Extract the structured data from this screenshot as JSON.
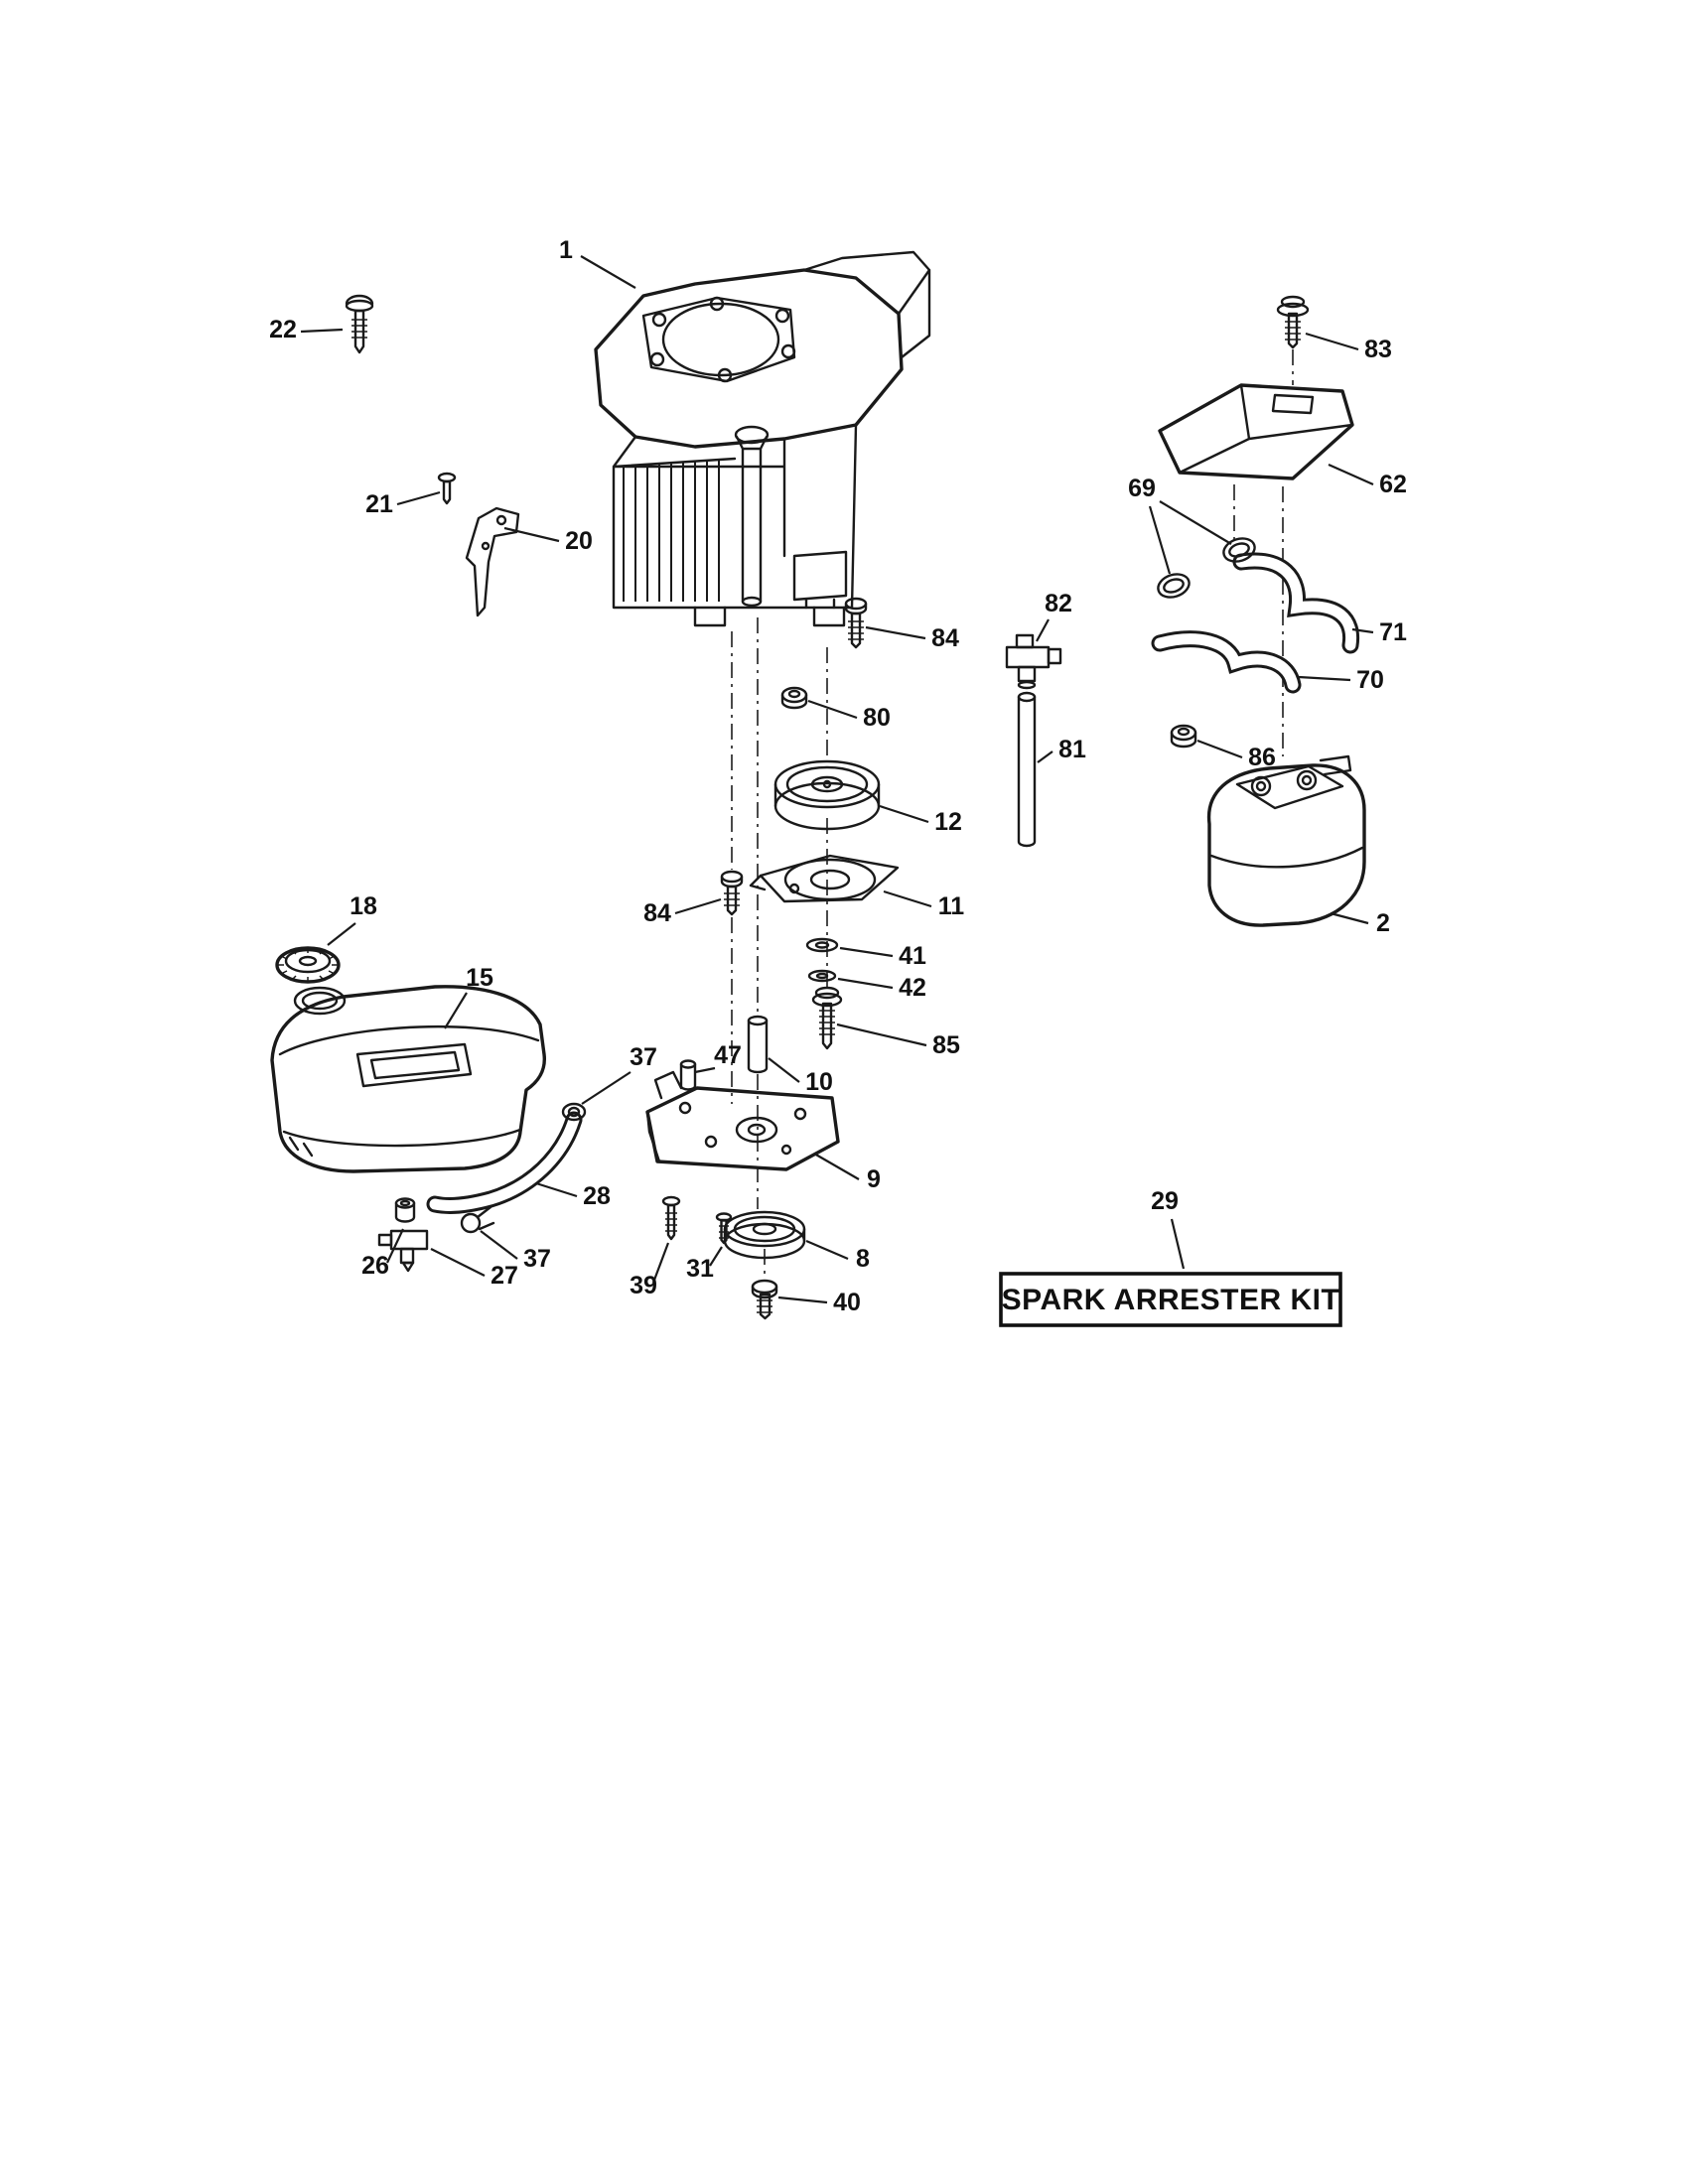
{
  "kit_label": "SPARK ARRESTER KIT",
  "colors": {
    "ink": "#1a1a1a",
    "paper": "#ffffff"
  },
  "callouts": [
    {
      "num": "22"
    },
    {
      "num": "1"
    },
    {
      "num": "83"
    },
    {
      "num": "21"
    },
    {
      "num": "20"
    },
    {
      "num": "62"
    },
    {
      "num": "69"
    },
    {
      "num": "84"
    },
    {
      "num": "82"
    },
    {
      "num": "71"
    },
    {
      "num": "70"
    },
    {
      "num": "80"
    },
    {
      "num": "86"
    },
    {
      "num": "81"
    },
    {
      "num": "12"
    },
    {
      "num": "2"
    },
    {
      "num": "11"
    },
    {
      "num": "84"
    },
    {
      "num": "41"
    },
    {
      "num": "42"
    },
    {
      "num": "18"
    },
    {
      "num": "15"
    },
    {
      "num": "85"
    },
    {
      "num": "37"
    },
    {
      "num": "47"
    },
    {
      "num": "10"
    },
    {
      "num": "9"
    },
    {
      "num": "28"
    },
    {
      "num": "26"
    },
    {
      "num": "37"
    },
    {
      "num": "27"
    },
    {
      "num": "39"
    },
    {
      "num": "31"
    },
    {
      "num": "8"
    },
    {
      "num": "40"
    },
    {
      "num": "29"
    }
  ]
}
